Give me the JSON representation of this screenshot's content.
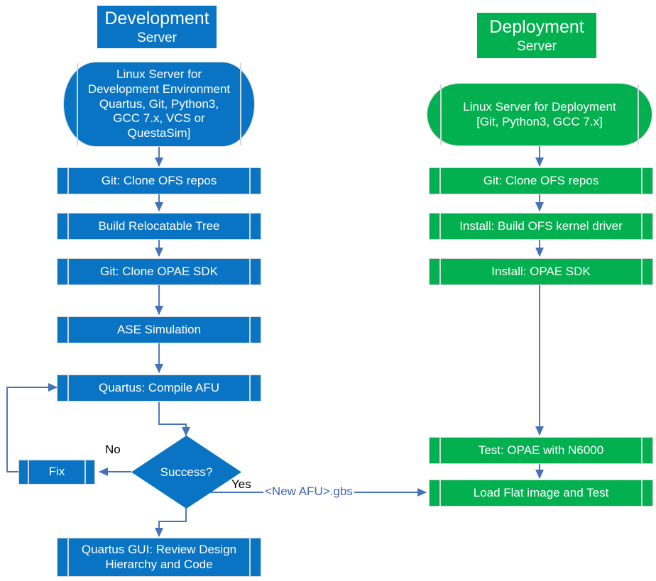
{
  "colors": {
    "blue": "#0a74c4",
    "green": "#03b04f",
    "connector": "#4472b8",
    "label_text": "#000000",
    "artifact_text": "#3f66b0",
    "box_border": "#d4d4d4",
    "inner_rule": "#cfd8de"
  },
  "columns": {
    "development": {
      "header": {
        "title": "Development",
        "subtitle": "Server"
      },
      "server": {
        "text": "Linux Server for\nDevelopment Environment\nQuartus, Git, Python3,\nGCC 7.x, VCS or QuestaSim]"
      },
      "steps": [
        {
          "label": "Git: Clone OFS repos"
        },
        {
          "label": "Build Relocatable Tree"
        },
        {
          "label": "Git: Clone OPAE SDK"
        },
        {
          "label": "ASE Simulation"
        },
        {
          "label": "Quartus: Compile AFU"
        }
      ],
      "decision": {
        "label": "Success?"
      },
      "fix": {
        "label": "Fix"
      },
      "review": {
        "label": "Quartus GUI: Review Design\nHierarchy and Code"
      },
      "edge_labels": {
        "no": "No",
        "yes": "Yes"
      }
    },
    "deployment": {
      "header": {
        "title": "Deployment",
        "subtitle": "Server"
      },
      "server": {
        "text": "Linux Server for Deployment\n[Git, Python3, GCC 7.x]"
      },
      "steps": [
        {
          "label": "Git: Clone OFS repos"
        },
        {
          "label": "Install: Build OFS kernel driver"
        },
        {
          "label": "Install: OPAE SDK"
        },
        {
          "label": "Test: OPAE with N6000"
        },
        {
          "label": "Load Flat image and Test"
        }
      ]
    }
  },
  "cross_link": {
    "artifact_label": "<New AFU>.gbs"
  }
}
